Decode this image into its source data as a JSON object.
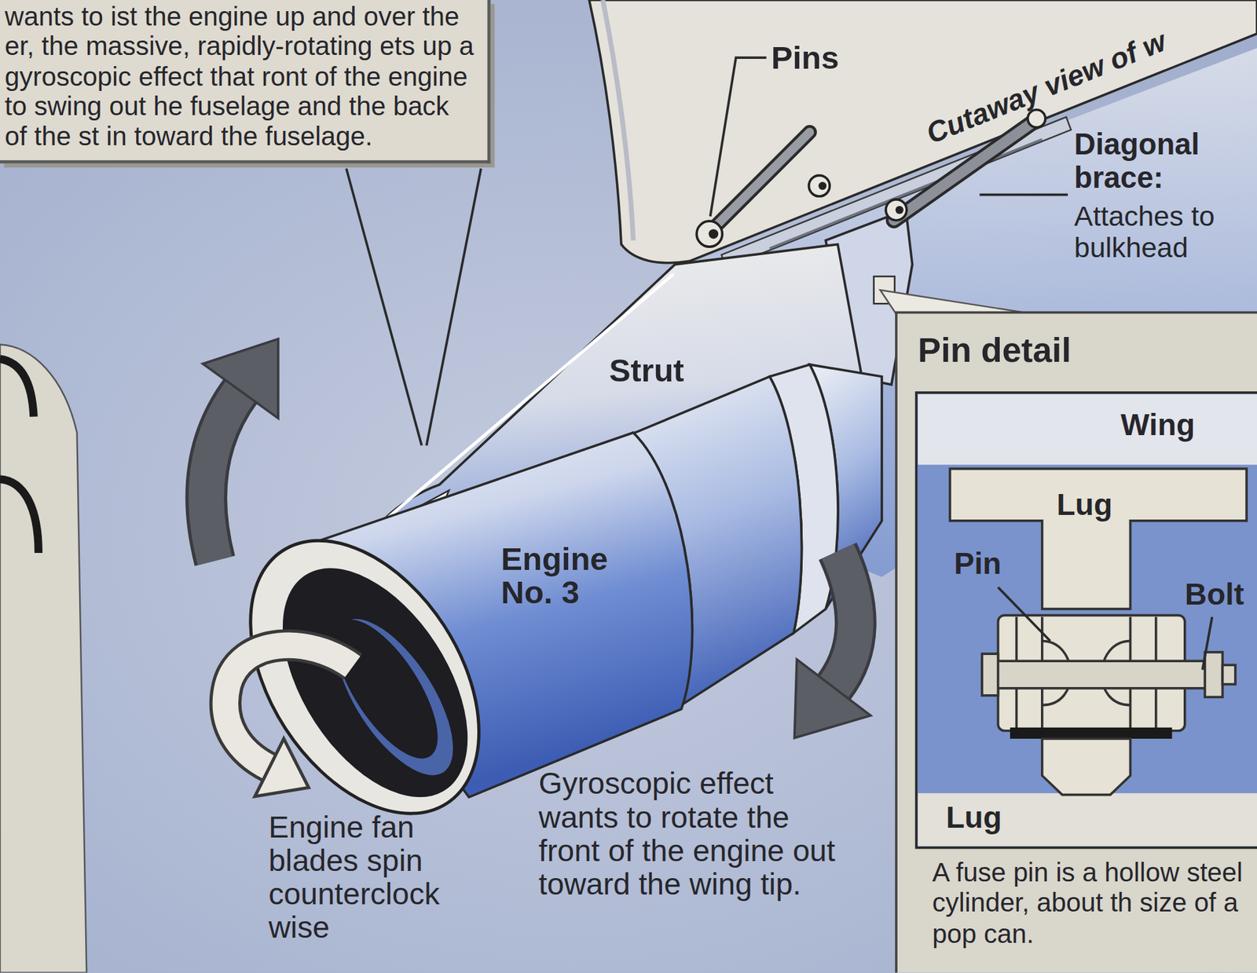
{
  "diagram": {
    "nodes": [
      {
        "text": [
          "wants to ist the engine up and over the er, the massive, rapidly-rotating ets up a gyroscopic effect that ront of the engine to swing out he fuselage and the back of the st in toward the fuselage."
        ]
      },
      {
        "text": [
          "Pin detail",
          "A fuse pin is a hollow steel cylinder, about th size of a pop can."
        ]
      }
    ],
    "labels": [
      "Pins",
      "Cutaway view of w",
      "Diagonal brace:",
      "Attaches to bulkhead",
      "Strut",
      "Engine No. 3",
      "Wing",
      "Lug",
      "Pin",
      "Bolt",
      "Engine fan blades spin counterclock wise",
      "Gyroscopic effect wants to rotate the front of the engine out toward the wing tip.",
      "Lug"
    ]
  }
}
